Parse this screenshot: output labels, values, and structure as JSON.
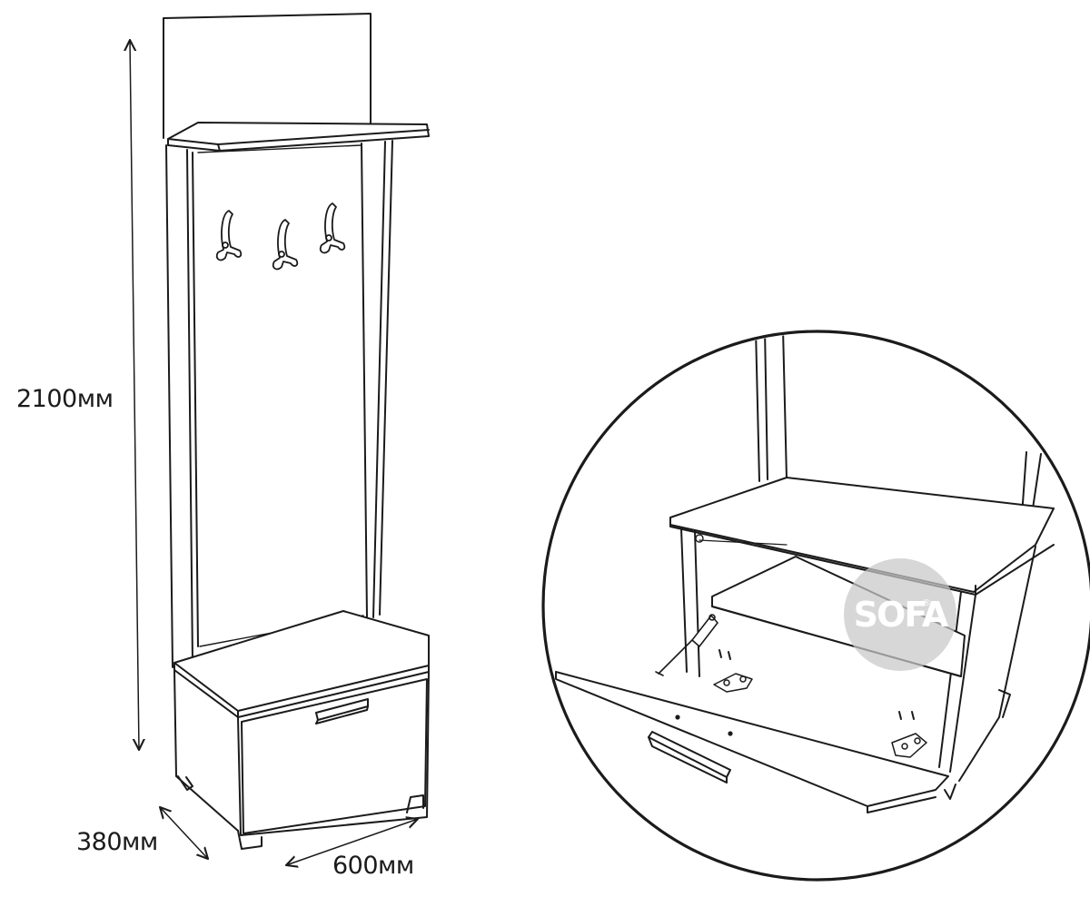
{
  "dimensions": {
    "height": "2100мм",
    "depth": "380мм",
    "width": "600мм"
  },
  "logo": {
    "text": "SOFA",
    "mark": "®",
    "color": "#c8c8c8"
  },
  "colors": {
    "line": "#1b1b1b",
    "background": "#ffffff"
  }
}
